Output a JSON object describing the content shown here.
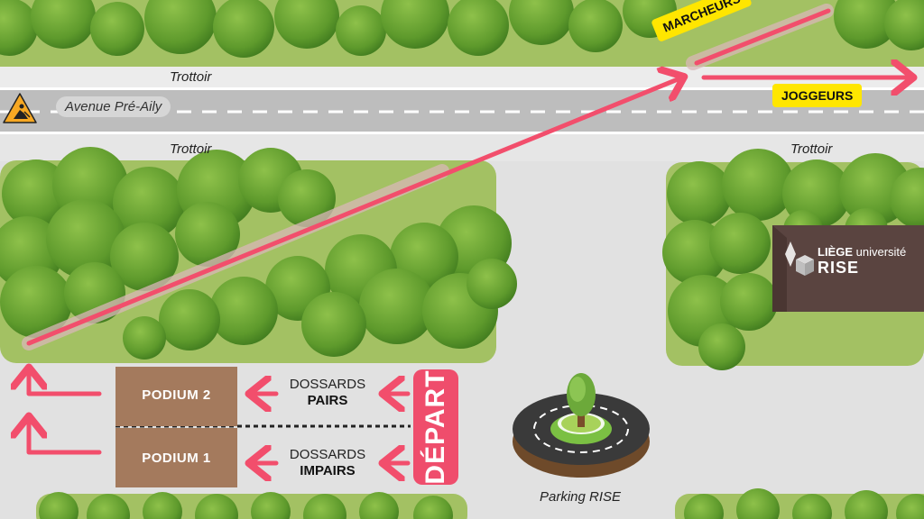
{
  "street": {
    "name": "Avenue Pré-Aily",
    "sidewalk_top": "Trottoir",
    "sidewalk_left": "Trottoir",
    "sidewalk_right": "Trottoir"
  },
  "tags": {
    "marcheurs": "MARCHEURS",
    "joggeurs": "JOGGEURS"
  },
  "podiums": {
    "p2": "PODIUM 2",
    "p1": "PODIUM 1"
  },
  "dossards": {
    "pairs_line1": "DOSSARDS",
    "pairs_line2": "PAIRS",
    "impairs_line1": "DOSSARDS",
    "impairs_line2": "IMPAIRS"
  },
  "depart": "DÉPART",
  "building": {
    "line1_bold": "LIÈGE",
    "line1_rest": "université",
    "line2": "RISE"
  },
  "parking": "Parking RISE",
  "icons": {
    "roadwork": "roadwork-sign-icon",
    "logo": "uliege-logo-icon",
    "tree": "tree-icon"
  },
  "colors": {
    "route": "#f24e6c",
    "grass": "#a3c163",
    "road": "#bdbdbd",
    "tag": "#ffe600",
    "podium": "#a47a5d",
    "building": "#5a4440"
  }
}
